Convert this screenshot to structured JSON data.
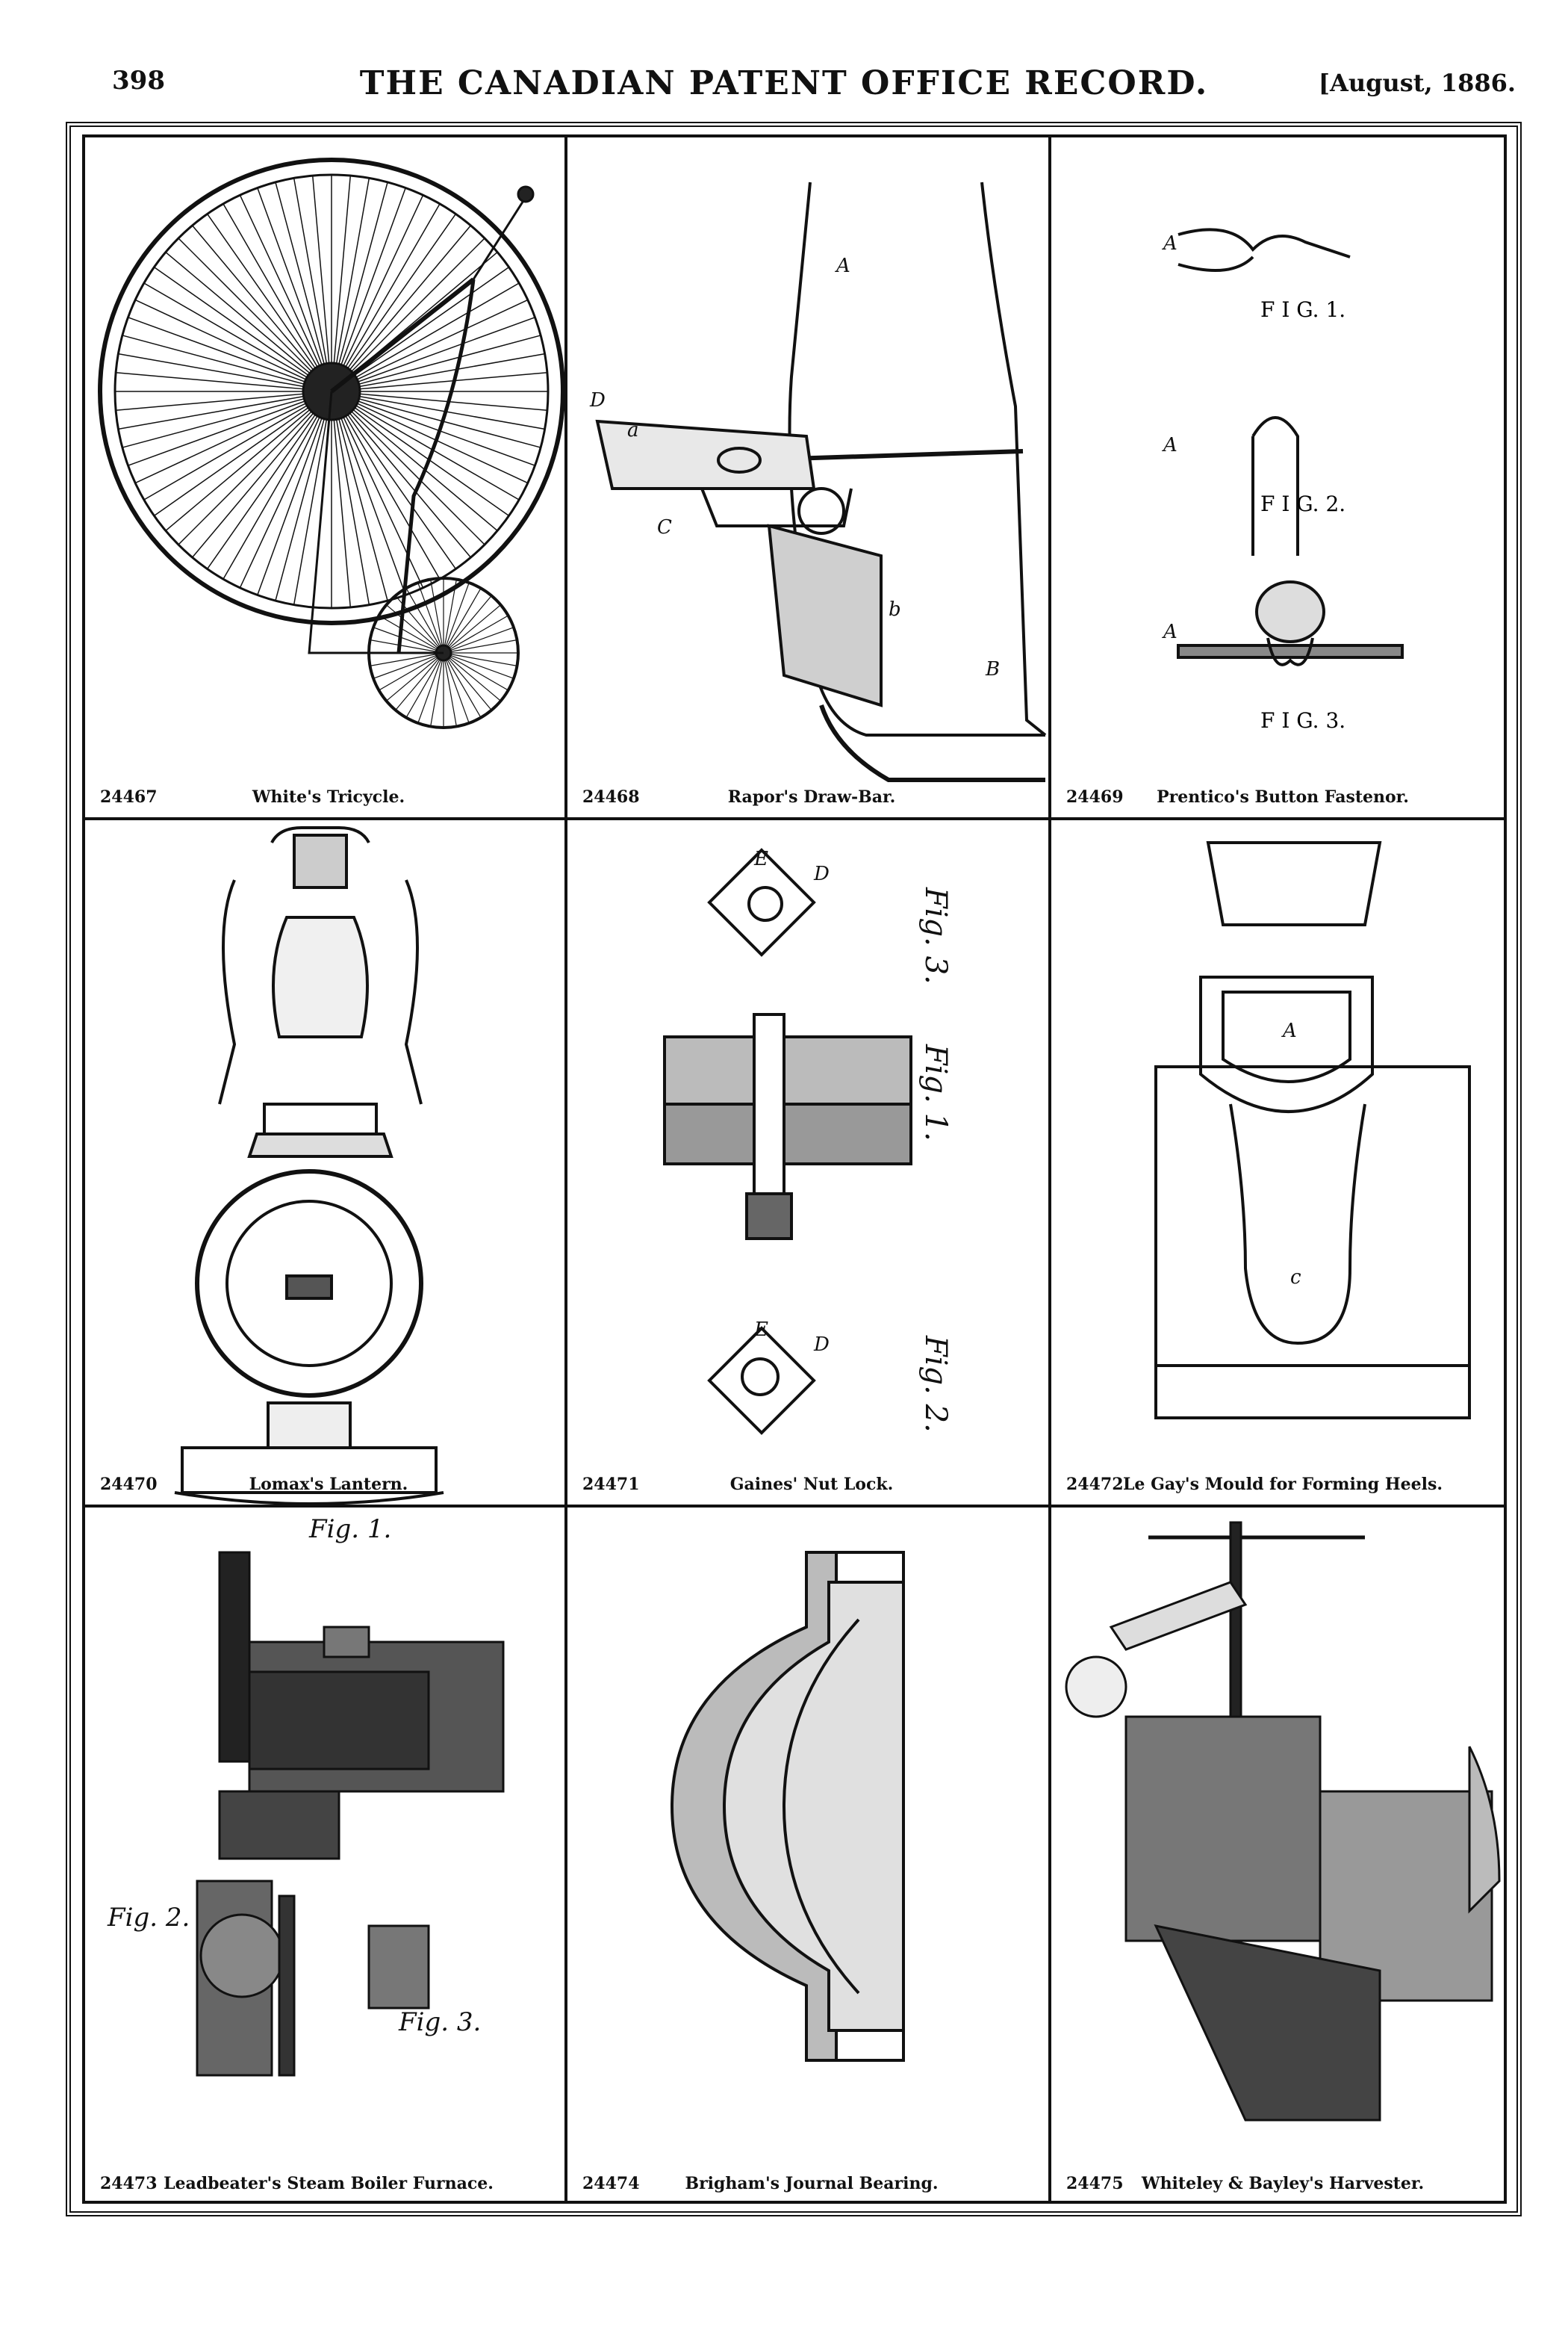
{
  "header": {
    "page_number": "398",
    "journal_title": "THE CANADIAN PATENT OFFICE RECORD.",
    "date": "[August, 1886."
  },
  "patents": [
    {
      "number": "24467",
      "title": "White's Tricycle."
    },
    {
      "number": "24468",
      "title": "Rapor's Draw-Bar."
    },
    {
      "number": "24469",
      "title": "Prentico's Button Fastenor."
    },
    {
      "number": "24470",
      "title": "Lomax's Lantern."
    },
    {
      "number": "24471",
      "title": "Gaines' Nut Lock."
    },
    {
      "number": "24472",
      "title": "Le Gay's Mould for Forming Heels."
    },
    {
      "number": "24473",
      "title": "Leadbeater's Steam Boiler Furnace."
    },
    {
      "number": "24474",
      "title": "Brigham's Journal Bearing."
    },
    {
      "number": "24475",
      "title": "Whiteley & Bayley's Harvester."
    }
  ],
  "figure_labels": {
    "fig_1": "F I G. 1.",
    "fig_2": "F I G. 2.",
    "fig_3": "F I G. 3.",
    "fig1_italic": "Fig. 1.",
    "fig2_italic": "Fig. 2.",
    "fig3_italic": "Fig. 3."
  }
}
